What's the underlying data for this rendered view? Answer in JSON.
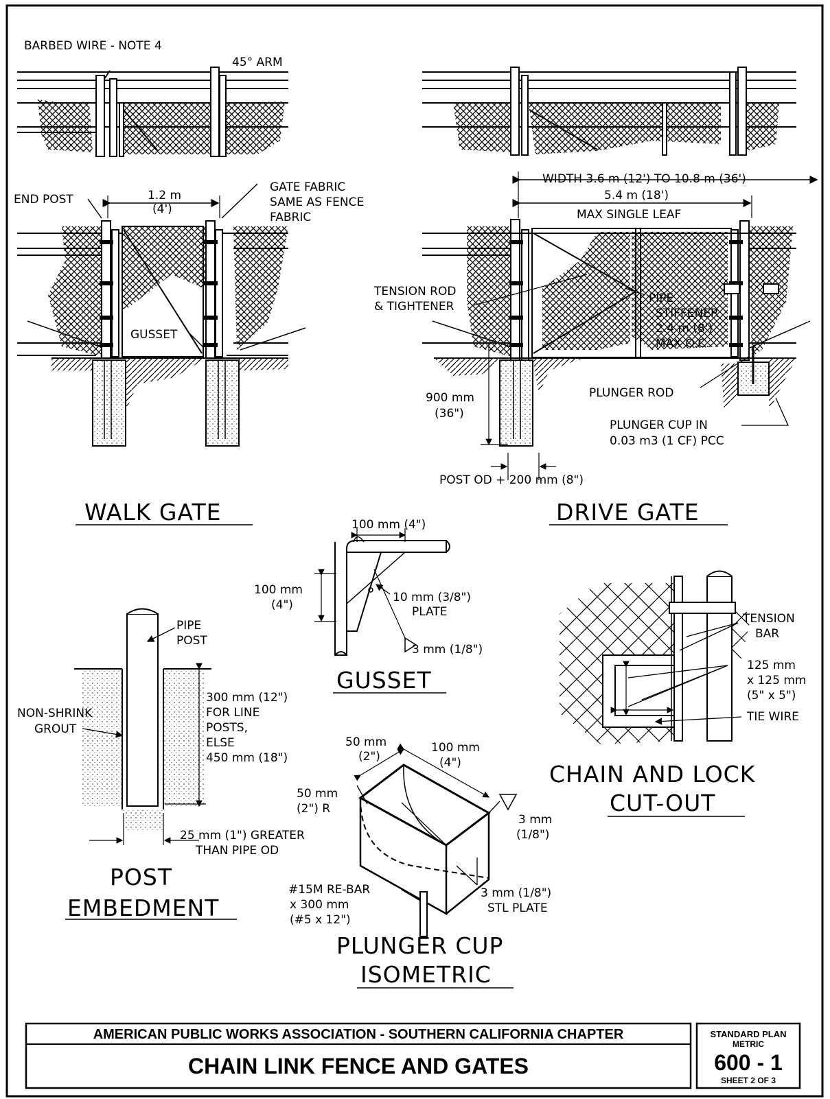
{
  "labels": {
    "barbed_wire": "BARBED WIRE - NOTE 4",
    "arm_45": "45° ARM",
    "end_post": "END POST",
    "walk_width_m": "1.2 m",
    "walk_width_ft": "(4')",
    "gate_fabric_1": "GATE FABRIC",
    "gate_fabric_2": "SAME AS FENCE",
    "gate_fabric_3": "FABRIC",
    "gusset_callout": "GUSSET",
    "drive_width": "WIDTH 3.6 m (12') TO 10.8 m (36')",
    "max_leaf_1": "5.4 m (18')",
    "max_leaf_2": "MAX SINGLE LEAF",
    "tension_rod_1": "TENSION ROD",
    "tension_rod_2": "& TIGHTENER",
    "pipe_stiff_1": "PIPE",
    "pipe_stiff_2": "STIFFENER",
    "pipe_stiff_3": "2.4 m (8')",
    "pipe_stiff_4": "MAX O.C.",
    "depth_mm": "900 mm",
    "depth_in": "(36\")",
    "plunger_rod": "PLUNGER ROD",
    "plunger_cup_in_1": "PLUNGER CUP IN",
    "plunger_cup_in_2": "0.03 m3 (1 CF) PCC",
    "post_od": "POST OD + 200 mm (8\")",
    "gus_100_top": "100 mm (4\")",
    "gus_100_left_1": "100 mm",
    "gus_100_left_2": "(4\")",
    "gus_plate_1": "10 mm (3/8\")",
    "gus_plate_2": "PLATE",
    "gus_weld": "3 mm (1/8\")",
    "pipe_post_1": "PIPE",
    "pipe_post_2": "POST",
    "grout_1": "NON-SHRINK",
    "grout_2": "GROUT",
    "emb_1": "300 mm (12\")",
    "emb_2": "FOR LINE",
    "emb_3": "POSTS,",
    "emb_4": "ELSE",
    "emb_5": "450 mm (18\")",
    "emb_w1": "25 mm (1\") GREATER",
    "emb_w2": "THAN PIPE OD",
    "pc_50_1": "50 mm",
    "pc_50_2": "(2\")",
    "pc_100_1": "100 mm",
    "pc_100_2": "(4\")",
    "pc_r_1": "50 mm",
    "pc_r_2": "(2\") R",
    "pc_weld_1": "3 mm",
    "pc_weld_2": "(1/8\")",
    "pc_rebar_1": "#15M RE-BAR",
    "pc_rebar_2": "x 300 mm",
    "pc_rebar_3": "(#5 x 12\")",
    "pc_plate_1": "3 mm (1/8\")",
    "pc_plate_2": "STL PLATE",
    "tension_bar_1": "TENSION",
    "tension_bar_2": "BAR",
    "cl_size_1": "125 mm",
    "cl_size_2": "x 125 mm",
    "cl_size_3": "(5\" x 5\")",
    "tie_wire": "TIE WIRE"
  },
  "titles": {
    "walk_gate": "WALK GATE",
    "drive_gate": "DRIVE GATE",
    "gusset": "GUSSET",
    "post_embed_1": "POST",
    "post_embed_2": "EMBEDMENT",
    "plunger_1": "PLUNGER CUP",
    "plunger_2": "ISOMETRIC",
    "chain_1": "CHAIN AND LOCK",
    "chain_2": "CUT-OUT"
  },
  "title_block": {
    "org": "AMERICAN PUBLIC WORKS ASSOCIATION - SOUTHERN CALIFORNIA CHAPTER",
    "title": "CHAIN LINK FENCE AND GATES",
    "std_plan": "STANDARD PLAN",
    "metric": "METRIC",
    "plan_no": "600 - 1",
    "sheet": "SHEET 2 OF 3"
  }
}
